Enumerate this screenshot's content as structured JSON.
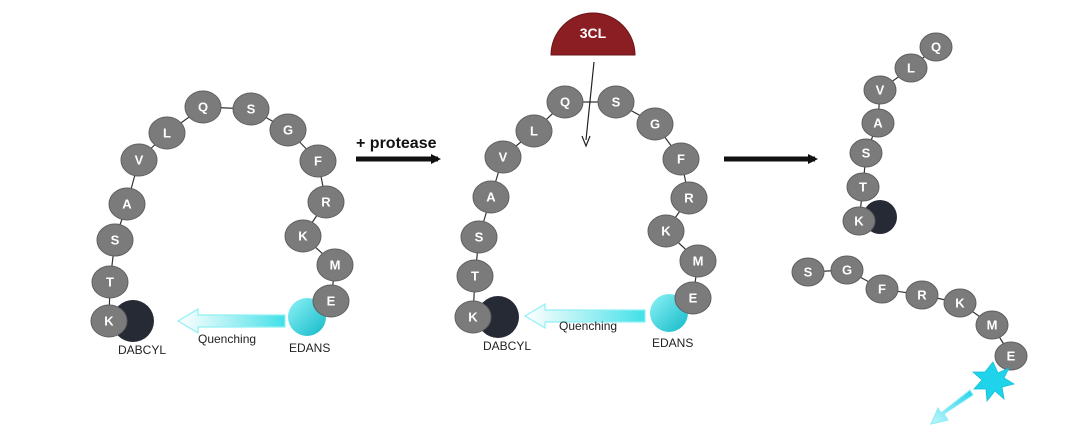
{
  "colors": {
    "bead": "#7b7b7b",
    "bead_stroke": "#5f5f5f",
    "dabcyl": "#252a35",
    "edans": "#27d7e0",
    "enzyme": "#8b1e22",
    "arrow": "#111111",
    "emission": "#1fd4ea"
  },
  "labels": {
    "step_arrow": "+ protease",
    "quenching": "Quenching",
    "dabcyl": "DABCYL",
    "edans": "EDANS",
    "enzyme": "3CL"
  },
  "sequence": [
    "K",
    "T",
    "S",
    "A",
    "V",
    "L",
    "Q",
    "S",
    "G",
    "F",
    "R",
    "K",
    "M",
    "E"
  ],
  "fragments": {
    "n_terminal": [
      "K",
      "T",
      "S",
      "A",
      "V",
      "L",
      "Q"
    ],
    "c_terminal": [
      "S",
      "G",
      "F",
      "R",
      "K",
      "M",
      "E"
    ]
  }
}
